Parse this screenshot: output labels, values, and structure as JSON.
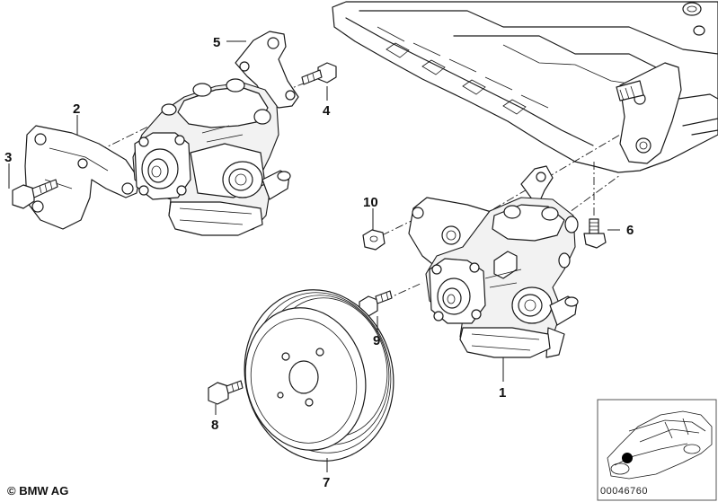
{
  "callouts": {
    "c1": "1",
    "c2": "2",
    "c3": "3",
    "c4": "4",
    "c5": "5",
    "c6": "6",
    "c7": "7",
    "c8": "8",
    "c9": "9",
    "c10": "10"
  },
  "footer": {
    "copyright": "© BMW AG",
    "reference_number": "00046760"
  }
}
